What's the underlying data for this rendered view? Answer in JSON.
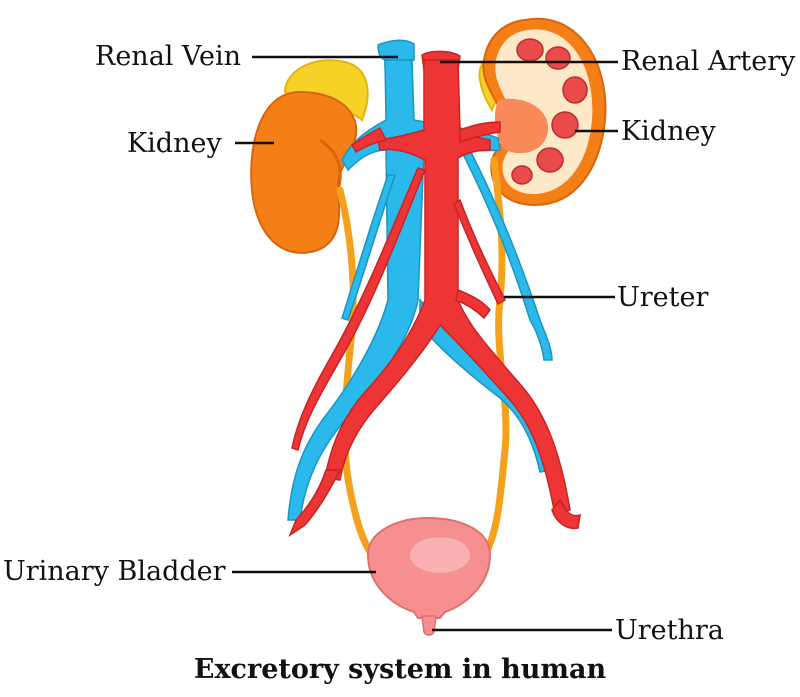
{
  "labels": {
    "renal_vein": "Renal Vein",
    "renal_artery": "Renal Artery",
    "kidney_left": "Kidney",
    "kidney_right": "Kidney",
    "ureter": "Ureter",
    "urinary_bladder": "Urinary Bladder",
    "urethra": "Urethra"
  },
  "caption": "Excretory system in human",
  "colors": {
    "kidney_orange": "#f57f17",
    "kidney_shadow": "#e46a10",
    "adrenal_yellow": "#f6d226",
    "vein_blue": "#2bb8ea",
    "artery_red": "#ee3535",
    "ureter_orange": "#f4a21d",
    "bladder_pink": "#f58f90",
    "cortex_cream": "#fde9c7",
    "pyramid_red": "#e94b4b"
  }
}
